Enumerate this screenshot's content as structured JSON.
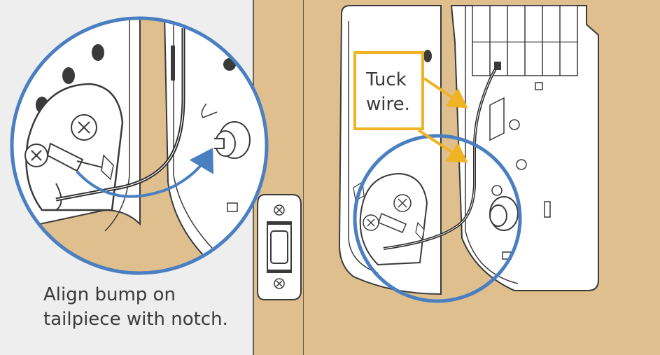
{
  "caption_left": {
    "line1": "Align bump on",
    "line2": "tailpiece with notch."
  },
  "callout_right": {
    "line1": "Tuck",
    "line2": "wire."
  },
  "colors": {
    "door_wood": "#dfbf8e",
    "panel_bg": "#eeeeee",
    "highlight_circle": "#4a7fc1",
    "callout_border": "#f0b323",
    "metal": "#ffffff",
    "line_art": "#3a3a3a",
    "wire": "#2b2b2b"
  }
}
